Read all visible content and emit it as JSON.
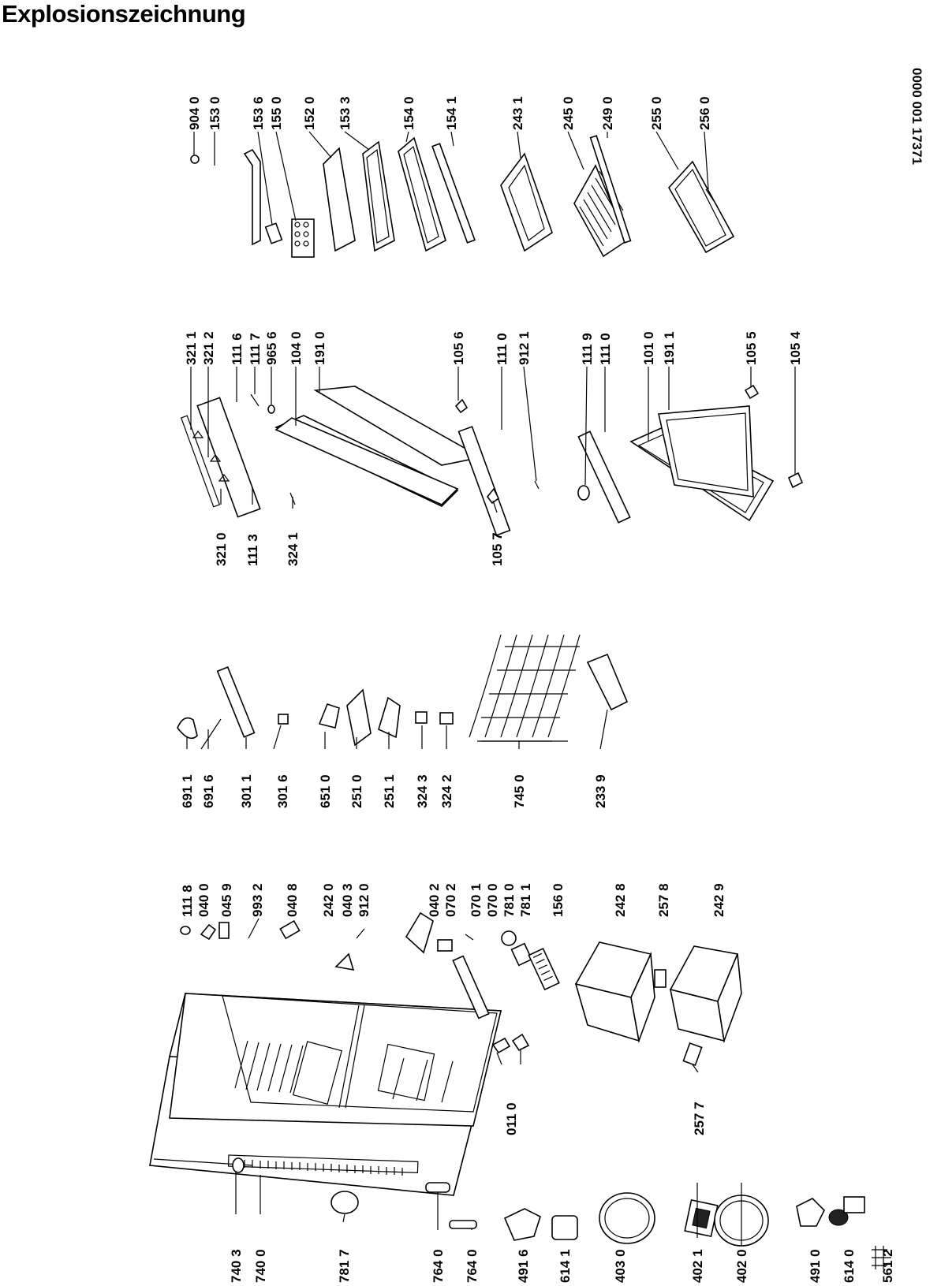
{
  "title": "Explosionszeichnung",
  "document_number": "0000 001 17371",
  "labels": [
    {
      "id": "lbl-740-3",
      "text": "740 3"
    },
    {
      "id": "lbl-740-0",
      "text": "740 0"
    },
    {
      "id": "lbl-781-7",
      "text": "781 7"
    },
    {
      "id": "lbl-764-0a",
      "text": "764 0"
    },
    {
      "id": "lbl-764-0b",
      "text": "764 0"
    },
    {
      "id": "lbl-491-6",
      "text": "491 6"
    },
    {
      "id": "lbl-614-1",
      "text": "614 1"
    },
    {
      "id": "lbl-403-0",
      "text": "403 0"
    },
    {
      "id": "lbl-402-1",
      "text": "402 1"
    },
    {
      "id": "lbl-402-0",
      "text": "402 0"
    },
    {
      "id": "lbl-491-0",
      "text": "491 0"
    },
    {
      "id": "lbl-614-0",
      "text": "614 0"
    },
    {
      "id": "lbl-561-2",
      "text": "561 2"
    },
    {
      "id": "lbl-011-0",
      "text": "011 0"
    },
    {
      "id": "lbl-257-7",
      "text": "257 7"
    },
    {
      "id": "lbl-111-8",
      "text": "111 8"
    },
    {
      "id": "lbl-040-0",
      "text": "040 0"
    },
    {
      "id": "lbl-045-9",
      "text": "045 9"
    },
    {
      "id": "lbl-993-2",
      "text": "993 2"
    },
    {
      "id": "lbl-040-8",
      "text": "040 8"
    },
    {
      "id": "lbl-242-0",
      "text": "242 0"
    },
    {
      "id": "lbl-040-3",
      "text": "040 3"
    },
    {
      "id": "lbl-912-0",
      "text": "912 0"
    },
    {
      "id": "lbl-040-2",
      "text": "040 2"
    },
    {
      "id": "lbl-070-2",
      "text": "070 2"
    },
    {
      "id": "lbl-070-1",
      "text": "070 1"
    },
    {
      "id": "lbl-070-0",
      "text": "070 0"
    },
    {
      "id": "lbl-781-0",
      "text": "781 0"
    },
    {
      "id": "lbl-781-1",
      "text": "781 1"
    },
    {
      "id": "lbl-156-0",
      "text": "156 0"
    },
    {
      "id": "lbl-242-8",
      "text": "242 8"
    },
    {
      "id": "lbl-257-8",
      "text": "257 8"
    },
    {
      "id": "lbl-242-9",
      "text": "242 9"
    },
    {
      "id": "lbl-691-1",
      "text": "691 1"
    },
    {
      "id": "lbl-691-6",
      "text": "691 6"
    },
    {
      "id": "lbl-301-1",
      "text": "301 1"
    },
    {
      "id": "lbl-301-6",
      "text": "301 6"
    },
    {
      "id": "lbl-651-0",
      "text": "651 0"
    },
    {
      "id": "lbl-251-0",
      "text": "251 0"
    },
    {
      "id": "lbl-251-1",
      "text": "251 1"
    },
    {
      "id": "lbl-324-3",
      "text": "324 3"
    },
    {
      "id": "lbl-324-2",
      "text": "324 2"
    },
    {
      "id": "lbl-745-0",
      "text": "745 0"
    },
    {
      "id": "lbl-233-9",
      "text": "233 9"
    },
    {
      "id": "lbl-321-0",
      "text": "321 0"
    },
    {
      "id": "lbl-111-3",
      "text": "111 3"
    },
    {
      "id": "lbl-324-1",
      "text": "324 1"
    },
    {
      "id": "lbl-105-7",
      "text": "105 7"
    },
    {
      "id": "lbl-321-1",
      "text": "321 1"
    },
    {
      "id": "lbl-321-2",
      "text": "321 2"
    },
    {
      "id": "lbl-111-6",
      "text": "111 6"
    },
    {
      "id": "lbl-111-7",
      "text": "111 7"
    },
    {
      "id": "lbl-965-6",
      "text": "965 6"
    },
    {
      "id": "lbl-104-0",
      "text": "104 0"
    },
    {
      "id": "lbl-191-0",
      "text": "191 0"
    },
    {
      "id": "lbl-105-6",
      "text": "105 6"
    },
    {
      "id": "lbl-111-0a",
      "text": "111 0"
    },
    {
      "id": "lbl-912-1",
      "text": "912 1"
    },
    {
      "id": "lbl-111-9",
      "text": "111 9"
    },
    {
      "id": "lbl-111-0b",
      "text": "111 0"
    },
    {
      "id": "lbl-101-0",
      "text": "101 0"
    },
    {
      "id": "lbl-191-1",
      "text": "191 1"
    },
    {
      "id": "lbl-105-5",
      "text": "105 5"
    },
    {
      "id": "lbl-105-4",
      "text": "105 4"
    },
    {
      "id": "lbl-904-0",
      "text": "904 0"
    },
    {
      "id": "lbl-153-0",
      "text": "153 0"
    },
    {
      "id": "lbl-153-6",
      "text": "153 6"
    },
    {
      "id": "lbl-155-0",
      "text": "155 0"
    },
    {
      "id": "lbl-152-0",
      "text": "152 0"
    },
    {
      "id": "lbl-153-3",
      "text": "153 3"
    },
    {
      "id": "lbl-154-0",
      "text": "154 0"
    },
    {
      "id": "lbl-154-1",
      "text": "154 1"
    },
    {
      "id": "lbl-243-1",
      "text": "243 1"
    },
    {
      "id": "lbl-245-0",
      "text": "245 0"
    },
    {
      "id": "lbl-249-0",
      "text": "249 0"
    },
    {
      "id": "lbl-255-0",
      "text": "255 0"
    },
    {
      "id": "lbl-256-0",
      "text": "256 0"
    }
  ]
}
